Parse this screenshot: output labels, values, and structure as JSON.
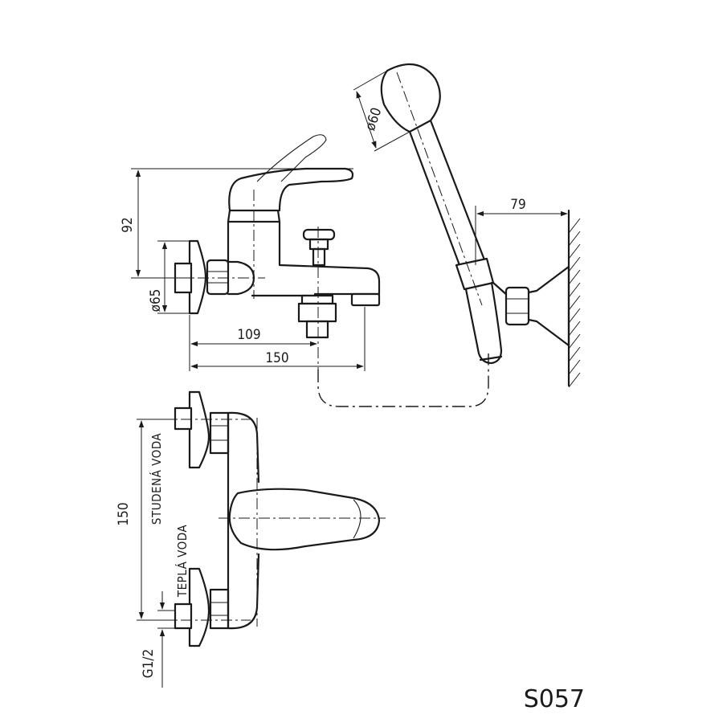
{
  "drawing": {
    "product_code": "S057",
    "dimensions": {
      "height_92": "92",
      "diameter_65": "ø65",
      "length_109": "109",
      "length_150_side": "150",
      "diameter_60": "ø60",
      "offset_79": "79",
      "spacing_150": "150",
      "thread": "G1/2"
    },
    "labels": {
      "cold_water": "STUDENÁ VODA",
      "hot_water": "TEPLÁ VODA"
    }
  }
}
